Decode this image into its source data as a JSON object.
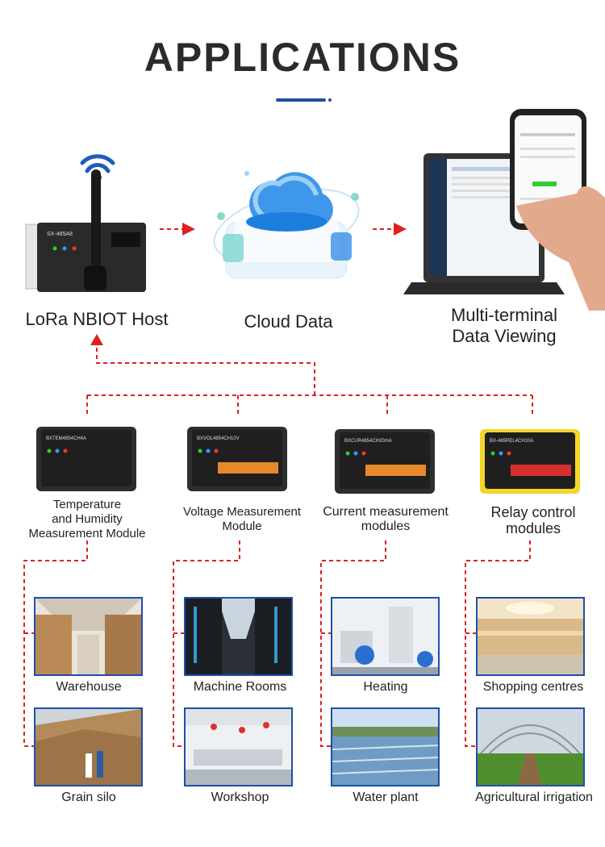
{
  "title": "APPLICATIONS",
  "top_flow": {
    "host_label": "LoRa NBIOT Host",
    "host_device_text": "SX-485A8",
    "cloud_label": "Cloud Data",
    "terminal_label_line1": "Multi-terminal",
    "terminal_label_line2": "Data Viewing"
  },
  "modules": [
    {
      "line1": "Temperature",
      "line2": "and Humidity",
      "line3": "Measurement Module",
      "device_color": "#2e2e2e",
      "device_code": "BXTEM4854CH4A"
    },
    {
      "line1": "Voltage Measurement",
      "line2": "Module",
      "line3": "",
      "device_color": "#2e2e2e",
      "device_code": "BXVOL4854CH10V"
    },
    {
      "line1": "Current measurement",
      "line2": "modules",
      "line3": "",
      "device_color": "#2e2e2e",
      "device_code": "BXCUR4854CH20mA"
    },
    {
      "line1": "Relay control",
      "line2": "modules",
      "line3": "",
      "device_color": "#f3d629",
      "device_code": "BX-485REL4CH10A"
    }
  ],
  "applications": [
    {
      "top": "Warehouse",
      "bottom": "Grain silo"
    },
    {
      "top": "Machine Rooms",
      "bottom": "Workshop"
    },
    {
      "top": "Heating",
      "bottom": "Water plant"
    },
    {
      "top": "Shopping centres",
      "bottom": "Agricultural irrigation"
    }
  ],
  "colors": {
    "accent": "#1f4f9e",
    "connector": "#e02020",
    "photo_border": "#1f4fa8"
  }
}
